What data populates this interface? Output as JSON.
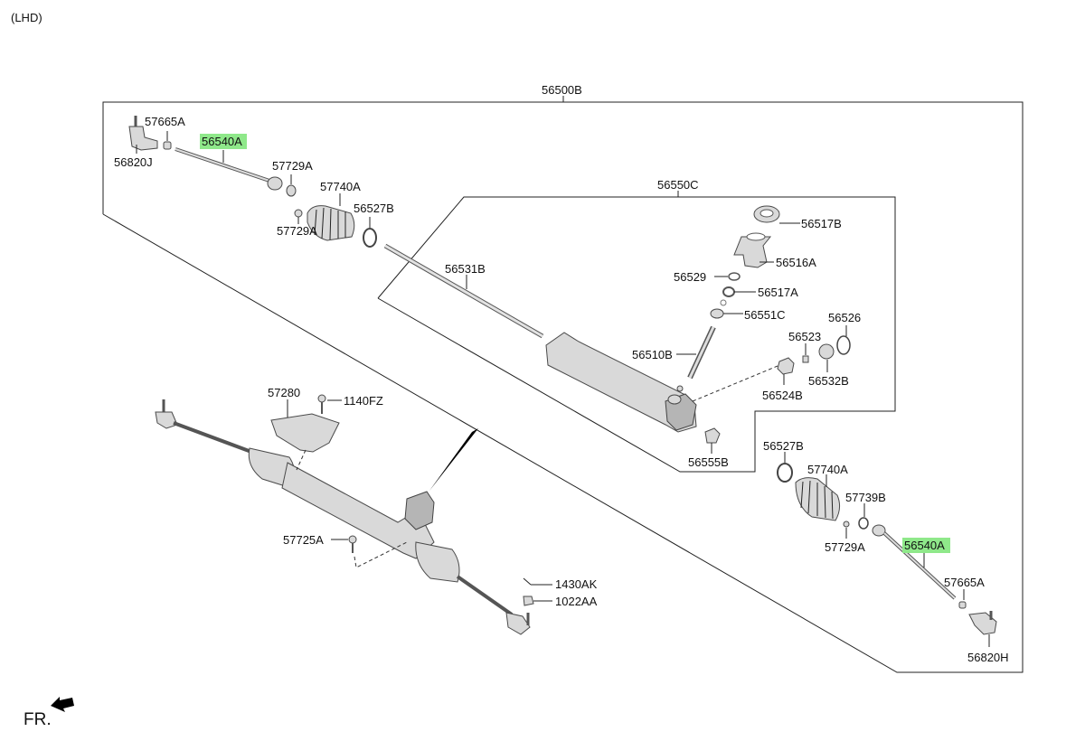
{
  "header": {
    "variant": "(LHD)"
  },
  "footer": {
    "fr_label": "FR."
  },
  "labels": {
    "p56500B": "56500B",
    "p57665A_l": "57665A",
    "p56540A_l": "56540A",
    "p56820J": "56820J",
    "p57729A_l1": "57729A",
    "p57740A_l": "57740A",
    "p56527B_l": "56527B",
    "p57729A_l2": "57729A",
    "p56550C": "56550C",
    "p56517B": "56517B",
    "p56516A": "56516A",
    "p56529": "56529",
    "p56517A": "56517A",
    "p56551C": "56551C",
    "p56531B": "56531B",
    "p56526": "56526",
    "p56523": "56523",
    "p56510B": "56510B",
    "p56532B": "56532B",
    "p56524B": "56524B",
    "p56555B": "56555B",
    "p57280": "57280",
    "p1140FZ": "1140FZ",
    "p56527B_r": "56527B",
    "p57740A_r": "57740A",
    "p57739B": "57739B",
    "p57725A": "57725A",
    "p57729A_r": "57729A",
    "p56540A_r": "56540A",
    "p57665A_r": "57665A",
    "p1430AK": "1430AK",
    "p1022AA": "1022AA",
    "p56820H": "56820H"
  },
  "colors": {
    "highlight": "#8fe88a",
    "line": "#222222",
    "part_fill": "#d9d9d9"
  },
  "icons": {
    "front_arrow": "arrow-icon"
  }
}
